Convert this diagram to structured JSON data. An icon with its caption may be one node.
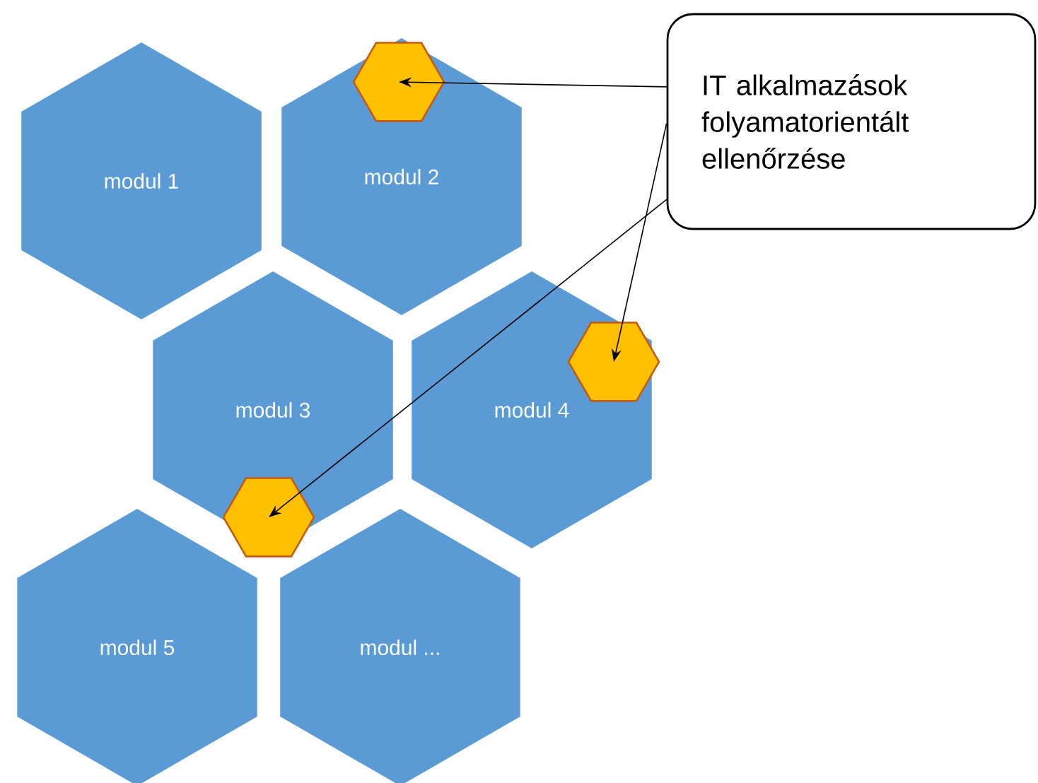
{
  "diagram": {
    "nodes": [
      {
        "text": [
          "modul 1"
        ]
      },
      {
        "text": [
          "modul 2"
        ]
      },
      {
        "text": [
          "modul 3"
        ]
      },
      {
        "text": [
          "modul 4"
        ]
      },
      {
        "text": [
          "modul 5"
        ]
      },
      {
        "text": [
          "modul ..."
        ]
      },
      {
        "text": [
          "IT alkalmazások folyamatorientált ellenőrzése"
        ]
      },
      {
        "text": [],
        "shape": "hexagon",
        "in": 1
      },
      {
        "text": [],
        "shape": "hexagon"
      },
      {
        "text": [],
        "shape": "hexagon"
      }
    ],
    "edges": [
      {
        "from": 6,
        "to": 7,
        "arrow": "to"
      },
      {
        "from": 6,
        "to": 8,
        "arrow": "to"
      },
      {
        "from": 6,
        "to": 9,
        "arrow": "to"
      }
    ]
  }
}
